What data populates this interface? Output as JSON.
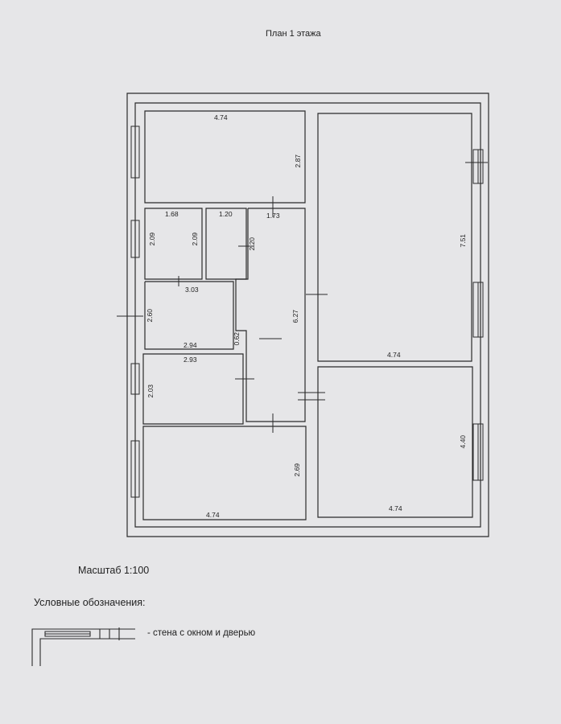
{
  "plan": {
    "title": "План 1 этажа",
    "dimensions": {
      "r1_top": "4.74",
      "r1_right": "2.87",
      "big_right_height": "7.51",
      "big_right_width": "4.74",
      "small_a_top": "1.68",
      "small_a_left": "2.09",
      "small_b_left": "2.09",
      "small_b_top": "1.20",
      "corridor_top": "1.73",
      "corridor_inner": "2.20",
      "hall_top": "3.03",
      "hall_left": "2.60",
      "corridor_right": "6.27",
      "hall_bottom": "2.94",
      "corridor_narrow": "0.62",
      "small_c_top": "2.93",
      "small_c_left": "2.03",
      "bottom_left_right": "2.69",
      "bottom_left_width": "4.74",
      "bottom_right_height": "4.40",
      "bottom_right_width": "4.74"
    }
  },
  "scale": {
    "label": "Масштаб 1:100"
  },
  "legend": {
    "title": "Условные обозначения:",
    "wall_label": "- стена с окном и дверью"
  },
  "colors": {
    "paper": "#e6e6e8",
    "line": "#2b2b2b"
  }
}
